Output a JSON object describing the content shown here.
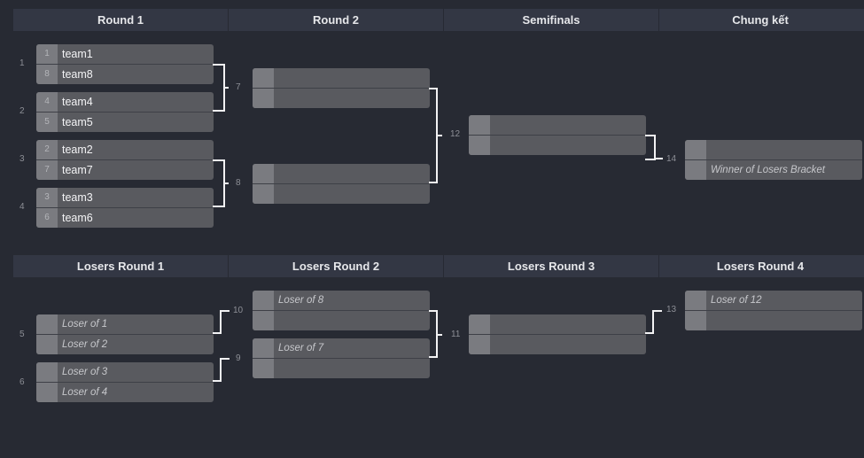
{
  "winners_bracket": {
    "headers": [
      "Round 1",
      "Round 2",
      "Semifinals",
      "Chung kết"
    ],
    "matches": [
      {
        "number": "1",
        "top": {
          "seed": "1",
          "name": "team1"
        },
        "bottom": {
          "seed": "8",
          "name": "team8"
        }
      },
      {
        "number": "2",
        "top": {
          "seed": "4",
          "name": "team4"
        },
        "bottom": {
          "seed": "5",
          "name": "team5"
        }
      },
      {
        "number": "3",
        "top": {
          "seed": "2",
          "name": "team2"
        },
        "bottom": {
          "seed": "7",
          "name": "team7"
        }
      },
      {
        "number": "4",
        "top": {
          "seed": "3",
          "name": "team3"
        },
        "bottom": {
          "seed": "6",
          "name": "team6"
        }
      },
      {
        "number": "7",
        "top": {
          "seed": "",
          "name": ""
        },
        "bottom": {
          "seed": "",
          "name": ""
        }
      },
      {
        "number": "8",
        "top": {
          "seed": "",
          "name": ""
        },
        "bottom": {
          "seed": "",
          "name": ""
        }
      },
      {
        "number": "12",
        "top": {
          "seed": "",
          "name": ""
        },
        "bottom": {
          "seed": "",
          "name": ""
        }
      },
      {
        "number": "14",
        "top": {
          "seed": "",
          "name": ""
        },
        "bottom": {
          "seed": "",
          "name": "Winner of Losers Bracket"
        }
      }
    ]
  },
  "losers_bracket": {
    "headers": [
      "Losers Round 1",
      "Losers Round 2",
      "Losers Round 3",
      "Losers Round 4"
    ],
    "matches": [
      {
        "number": "5",
        "top": {
          "seed": "",
          "name": "Loser of 1"
        },
        "bottom": {
          "seed": "",
          "name": "Loser of 2"
        }
      },
      {
        "number": "6",
        "top": {
          "seed": "",
          "name": "Loser of 3"
        },
        "bottom": {
          "seed": "",
          "name": "Loser of 4"
        }
      },
      {
        "number": "10",
        "top": {
          "seed": "",
          "name": "Loser of 8"
        },
        "bottom": {
          "seed": "",
          "name": ""
        }
      },
      {
        "number": "9",
        "top": {
          "seed": "",
          "name": "Loser of 7"
        },
        "bottom": {
          "seed": "",
          "name": ""
        }
      },
      {
        "number": "11",
        "top": {
          "seed": "",
          "name": ""
        },
        "bottom": {
          "seed": "",
          "name": ""
        }
      },
      {
        "number": "13",
        "top": {
          "seed": "",
          "name": "Loser of 12"
        },
        "bottom": {
          "seed": "",
          "name": ""
        }
      }
    ]
  }
}
